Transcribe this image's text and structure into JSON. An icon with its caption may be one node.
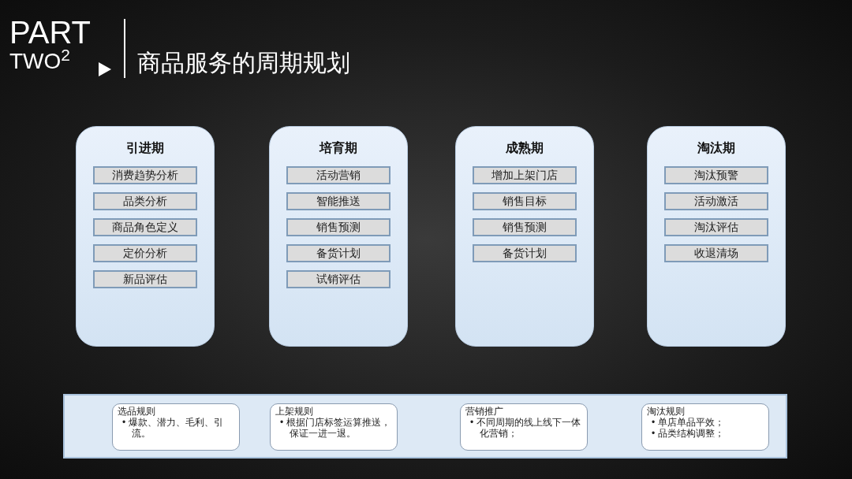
{
  "diagram": {
    "title": "商品服务的周期规划",
    "nodes": [
      {
        "text": [
          "引进期"
        ]
      },
      {
        "text": [
          "消费趋势分析"
        ],
        "in": 0
      },
      {
        "text": [
          "品类分析"
        ],
        "in": 0
      },
      {
        "text": [
          "商品角色定义"
        ],
        "in": 0
      },
      {
        "text": [
          "定价分析"
        ],
        "in": 0
      },
      {
        "text": [
          "新品评估"
        ],
        "in": 0
      },
      {
        "text": [
          "培育期"
        ]
      },
      {
        "text": [
          "活动营销"
        ],
        "in": 6
      },
      {
        "text": [
          "智能推送"
        ],
        "in": 6
      },
      {
        "text": [
          "销售预测"
        ],
        "in": 6
      },
      {
        "text": [
          "备货计划"
        ],
        "in": 6
      },
      {
        "text": [
          "试销评估"
        ],
        "in": 6
      },
      {
        "text": [
          "成熟期"
        ]
      },
      {
        "text": [
          "增加上架门店"
        ],
        "in": 12
      },
      {
        "text": [
          "销售目标"
        ],
        "in": 12
      },
      {
        "text": [
          "销售预测"
        ],
        "in": 12
      },
      {
        "text": [
          "备货计划"
        ],
        "in": 12
      },
      {
        "text": [
          "淘汰期"
        ]
      },
      {
        "text": [
          "淘汰预警"
        ],
        "in": 17
      },
      {
        "text": [
          "活动激活"
        ],
        "in": 17
      },
      {
        "text": [
          "淘汰评估"
        ],
        "in": 17
      },
      {
        "text": [
          "收退清场"
        ],
        "in": 17
      },
      {
        "text": [],
        "shape": "bar"
      },
      {
        "text": [
          "选品规则",
          "• 爆款、潜力、毛利、引流。"
        ],
        "in": 22
      },
      {
        "text": [
          "上架规则",
          "• 根据门店标签运算推送，保证一进一退。"
        ],
        "in": 22
      },
      {
        "text": [
          "营销推广",
          "• 不同周期的线上线下一体化营销；"
        ],
        "in": 22
      },
      {
        "text": [
          "淘汰规则",
          "• 单店单品平效；",
          "• 品类结构调整；"
        ],
        "in": 22
      }
    ],
    "edges": [],
    "labels": [
      "PART",
      "TWO$^{2}$"
    ]
  }
}
